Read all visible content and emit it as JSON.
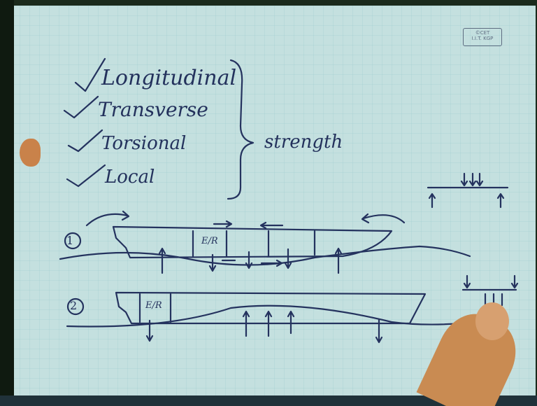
{
  "title_list": {
    "items": [
      "Longitudinal",
      "Transverse",
      "Torsional",
      "Local"
    ],
    "group_label": "strength"
  },
  "stamp": {
    "line1": "©CET",
    "line2": "I.I.T. KGP"
  },
  "sketch_1": {
    "marker": "1",
    "room_label": "E/R"
  },
  "sketch_2": {
    "marker": "2",
    "room_label": "E/R"
  }
}
